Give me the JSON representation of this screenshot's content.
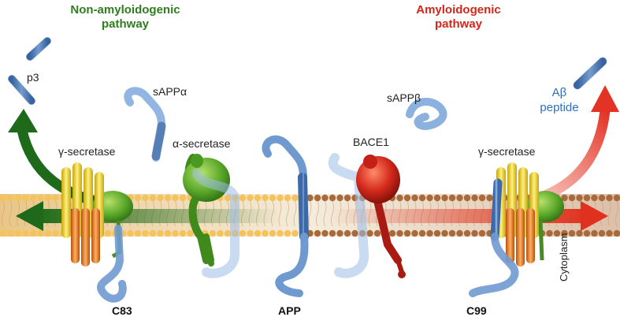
{
  "pathways": {
    "non_amyloidogenic": {
      "line1": "Non-amyloidogenic",
      "line2": "pathway",
      "color": "#2e7d1f"
    },
    "amyloidogenic": {
      "line1": "Amyloidogenic",
      "line2": "pathway",
      "color": "#d2261b"
    }
  },
  "labels": {
    "p3": "p3",
    "sappa": "sAPPα",
    "sappb": "sAPPβ",
    "abeta_line1": "Aβ",
    "abeta_line2": "peptide",
    "gamma_left": "γ-secretase",
    "alpha": "α-secretase",
    "bace1": "BACE1",
    "gamma_right": "γ-secretase",
    "c83": "C83",
    "app": "APP",
    "c99": "C99",
    "cytoplasm": "Cytoplasm"
  },
  "colors": {
    "membrane_left": "#f5c35a",
    "membrane_right": "#a86a3a",
    "peptide_blue": "#4f7fc0",
    "abeta_blue": "#2f6fc0",
    "gamma_yellow": "#f2d21a",
    "gamma_orange": "#e9781a",
    "enzyme_green": "#5aa82a",
    "bace_red": "#c8221a"
  }
}
